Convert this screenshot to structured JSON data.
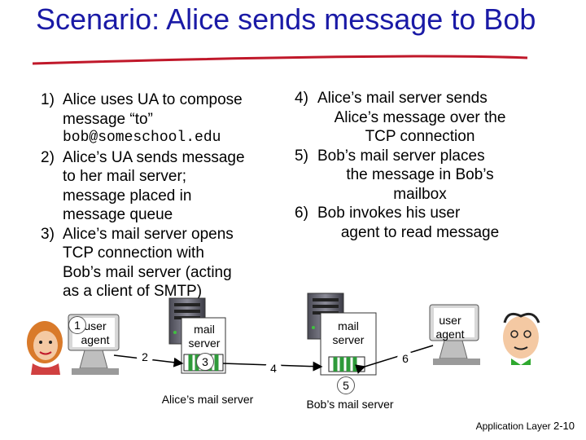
{
  "title": "Scenario: Alice sends message to Bob",
  "left_steps": [
    {
      "num": "1)",
      "lines": [
        "Alice uses UA to compose",
        "message “to”"
      ],
      "email": "bob@someschool.edu"
    },
    {
      "num": "2)",
      "lines": [
        "Alice’s UA sends message",
        "to her mail server;",
        "message placed in",
        "message queue"
      ]
    },
    {
      "num": "3)",
      "lines": [
        "Alice’s mail server opens",
        "TCP connection with",
        "Bob’s mail server (acting",
        "as a client of SMTP)"
      ]
    }
  ],
  "right_steps": [
    {
      "num": "4)",
      "lines": [
        "Alice’s mail server sends",
        "Alice’s message over the",
        "TCP connection"
      ]
    },
    {
      "num": "5)",
      "lines": [
        "Bob’s mail server places",
        "the message in Bob’s",
        "mailbox"
      ]
    },
    {
      "num": "6)",
      "lines": [
        "Bob invokes his user",
        "agent to read message"
      ]
    }
  ],
  "diagram": {
    "alice_ua_label": [
      "user",
      "agent"
    ],
    "alice_server_label": [
      "mail",
      "server"
    ],
    "alice_server_caption": "Alice’s mail server",
    "bob_server_label": [
      "mail",
      "server"
    ],
    "bob_server_caption": "Bob’s mail server",
    "bob_ua_label": [
      "user",
      "agent"
    ],
    "step_badges": [
      "1",
      "2",
      "3",
      "4",
      "5",
      "6"
    ]
  },
  "footer": {
    "text": "Application Layer",
    "page": "2-10"
  },
  "colors": {
    "title": "#1a1aa6",
    "underline": "#c0182a",
    "arrow": "#000000",
    "queue": "#2e9a3a"
  }
}
